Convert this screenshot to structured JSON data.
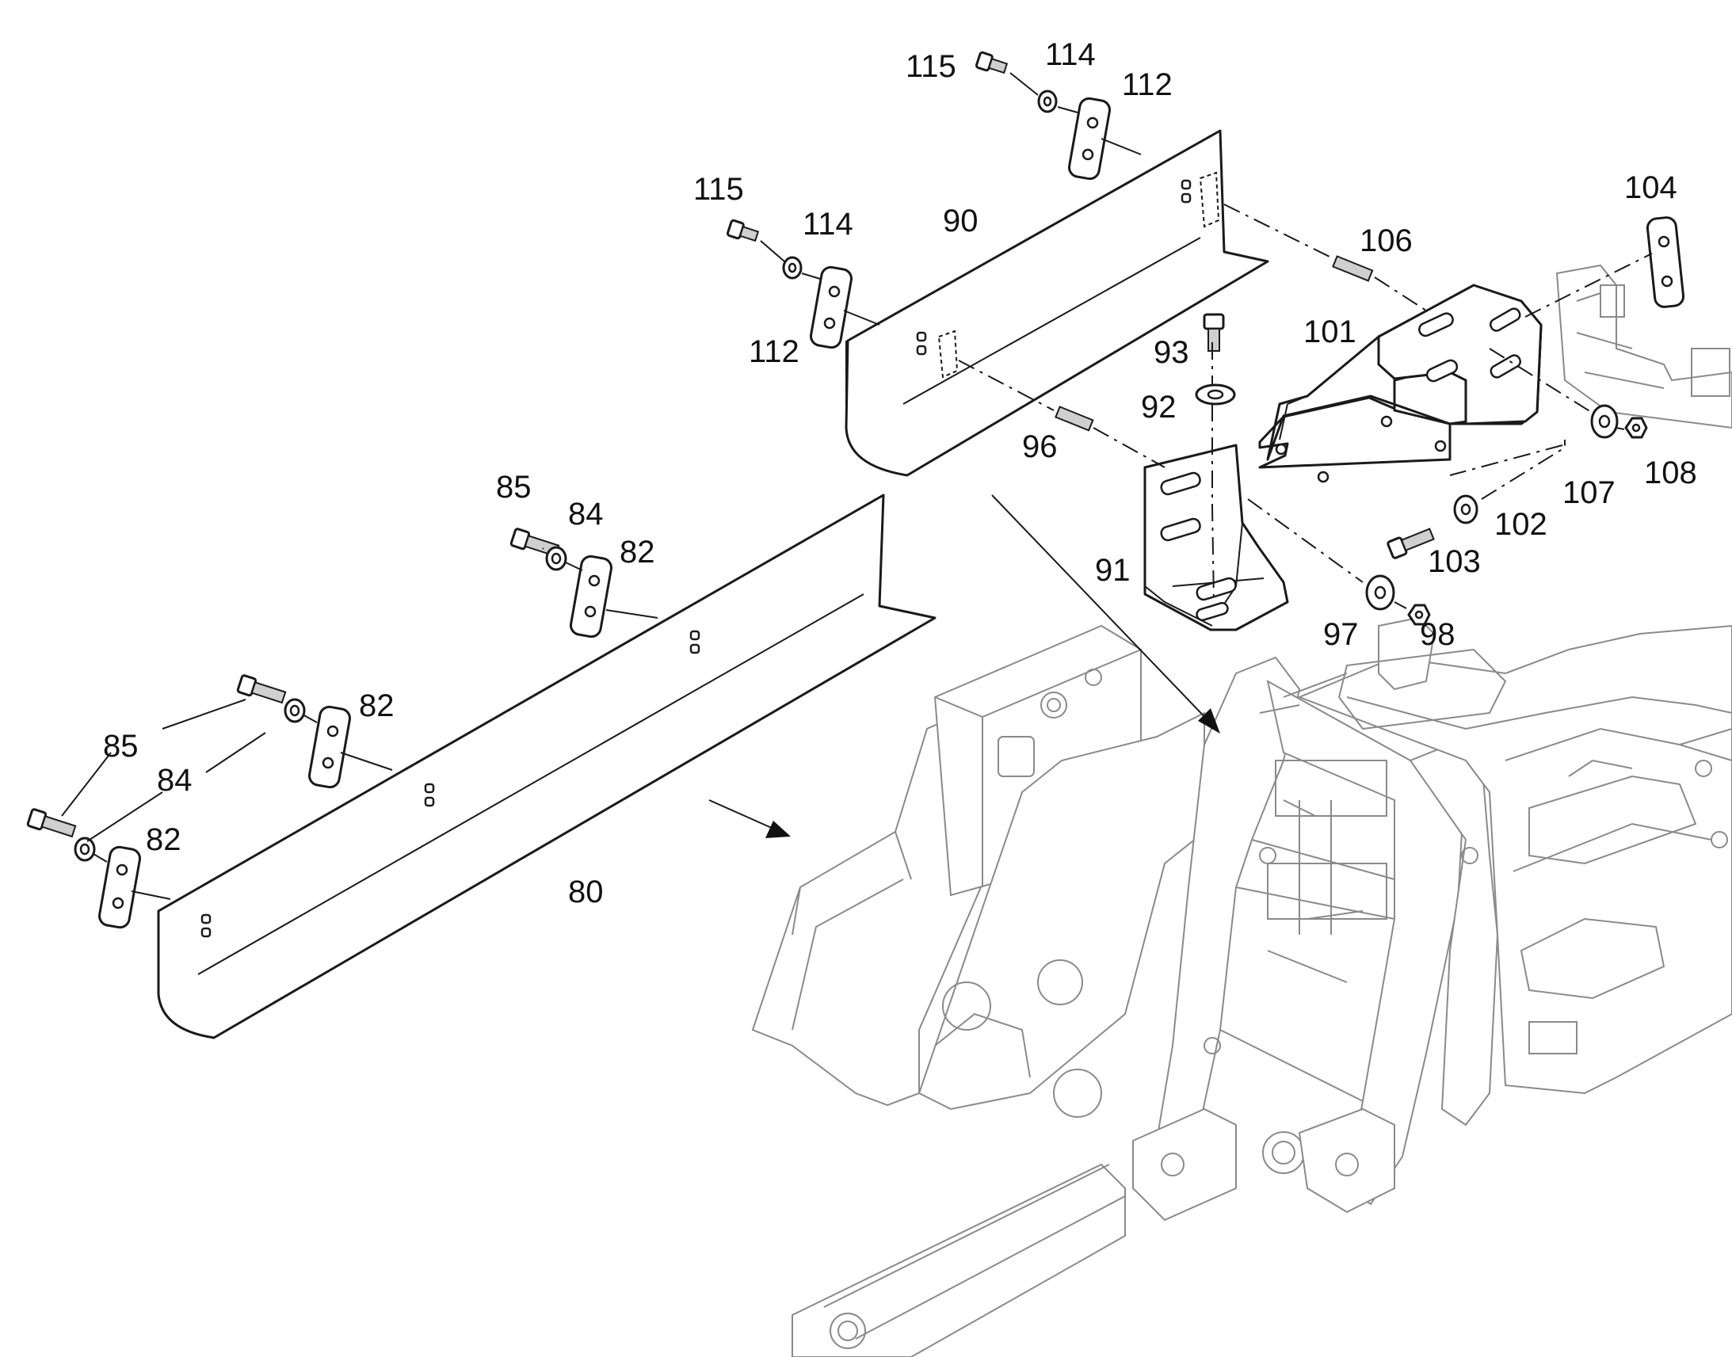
{
  "diagram": {
    "labels": {
      "l80": "80",
      "l82a": "82",
      "l82b": "82",
      "l82c": "82",
      "l84a": "84",
      "l84b": "84",
      "l85a": "85",
      "l85b": "85",
      "l90": "90",
      "l91": "91",
      "l92": "92",
      "l93": "93",
      "l96": "96",
      "l97": "97",
      "l98": "98",
      "l101": "101",
      "l102": "102",
      "l103": "103",
      "l104": "104",
      "l106": "106",
      "l107": "107",
      "l108": "108",
      "l112a": "112",
      "l112b": "112",
      "l114a": "114",
      "l114b": "114",
      "l115a": "115",
      "l115b": "115"
    }
  }
}
